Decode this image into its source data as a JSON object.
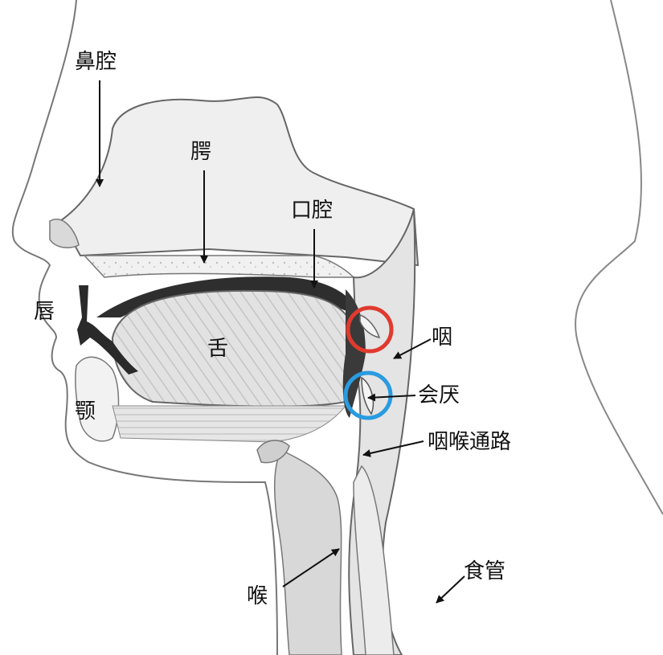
{
  "labels": {
    "nasal_cavity": "鼻腔",
    "palate": "腭",
    "oral_cavity": "口腔",
    "lip": "唇",
    "tongue": "舌",
    "jaw": "颚",
    "pharynx": "咽",
    "epiglottis": "会厌",
    "pharyngolaryngeal_passage": "咽喉通路",
    "larynx": "喉",
    "esophagus": "食管"
  },
  "markers": {
    "red_circle_color": "#e03a2e",
    "blue_circle_color": "#2a9be0"
  },
  "colors": {
    "line": "#555555",
    "fill_light": "#ececec",
    "fill_mid": "#d6d6d6",
    "fill_dark": "#2e2e2e",
    "arrow": "#111111"
  }
}
